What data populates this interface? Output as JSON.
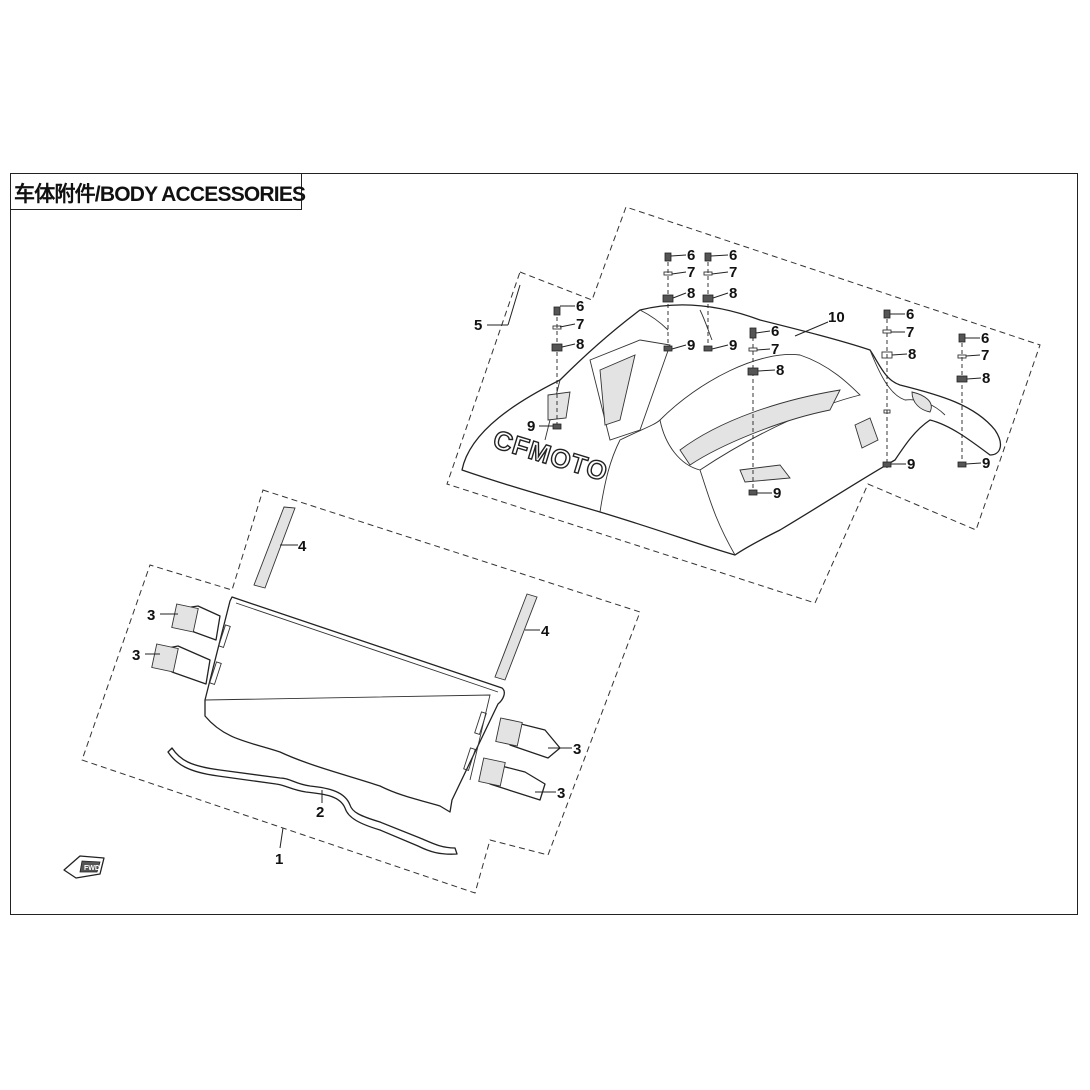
{
  "header": {
    "title": "车体附件/BODY ACCESSORIES"
  },
  "brand": {
    "logo_text": "CFMOTO"
  },
  "orientation_marker": {
    "label": "FWD",
    "icon": "forward-arrow-icon"
  },
  "callouts": {
    "c1": "1",
    "c2": "2",
    "c3a": "3",
    "c3b": "3",
    "c3c": "3",
    "c3d": "3",
    "c4a": "4",
    "c4b": "4",
    "c5": "5",
    "c10": "10",
    "f1_6": "6",
    "f1_7": "7",
    "f1_8": "8",
    "f1_9": "9",
    "f2_6": "6",
    "f2_7": "7",
    "f2_8": "8",
    "f2_9": "9",
    "f3_6": "6",
    "f3_7": "7",
    "f3_8": "8",
    "f3_9": "9",
    "f4_6": "6",
    "f4_7": "7",
    "f4_8": "8",
    "f4_9": "9",
    "f5_6": "6",
    "f5_7": "7",
    "f5_8": "8",
    "f5_9": "9",
    "f6_6": "6",
    "f6_7": "7",
    "f6_8": "8",
    "f6_9": "9"
  },
  "colors": {
    "line": "#222222",
    "background": "#ffffff"
  }
}
